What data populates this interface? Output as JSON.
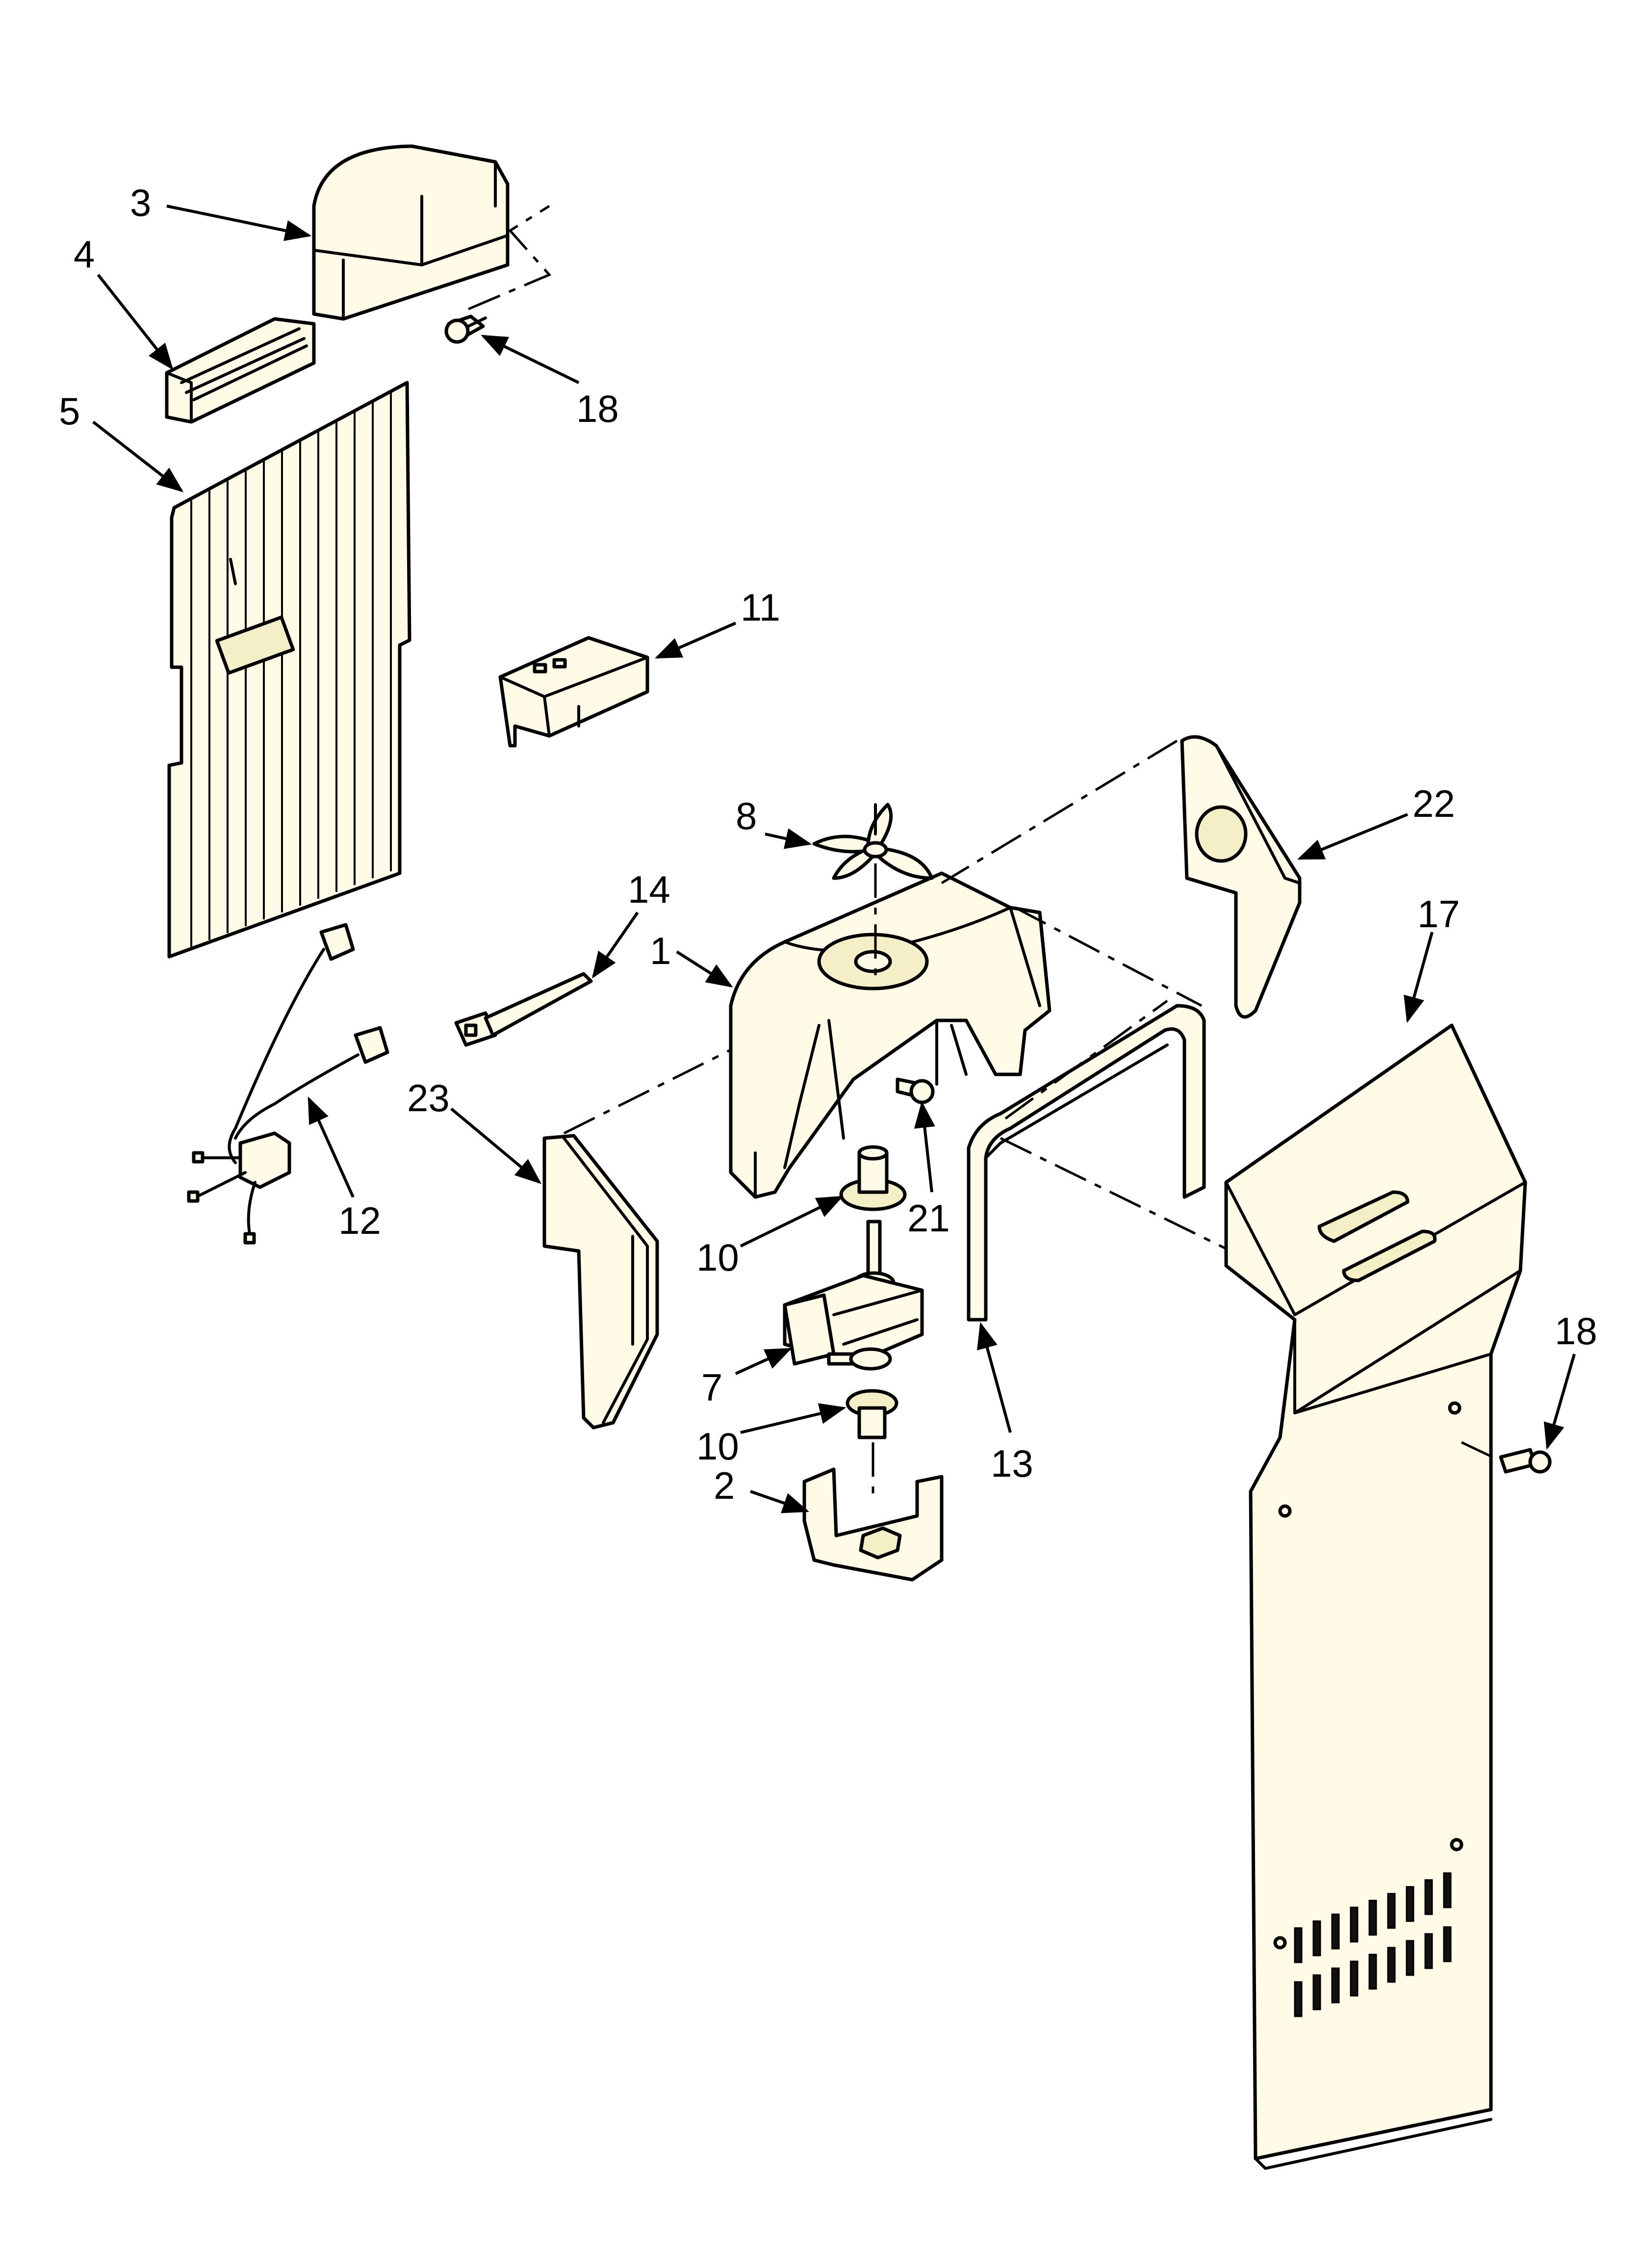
{
  "callouts": {
    "c1": "1",
    "c2": "2",
    "c3": "3",
    "c4": "4",
    "c5": "5",
    "c7": "7",
    "c8": "8",
    "c10a": "10",
    "c10b": "10",
    "c11": "11",
    "c12": "12",
    "c13": "13",
    "c14": "14",
    "c17": "17",
    "c18a": "18",
    "c18b": "18",
    "c21": "21",
    "c22": "22",
    "c23": "23"
  },
  "colors": {
    "part_fill": "#fffbe6",
    "line": "#000000",
    "background": "#ffffff"
  }
}
